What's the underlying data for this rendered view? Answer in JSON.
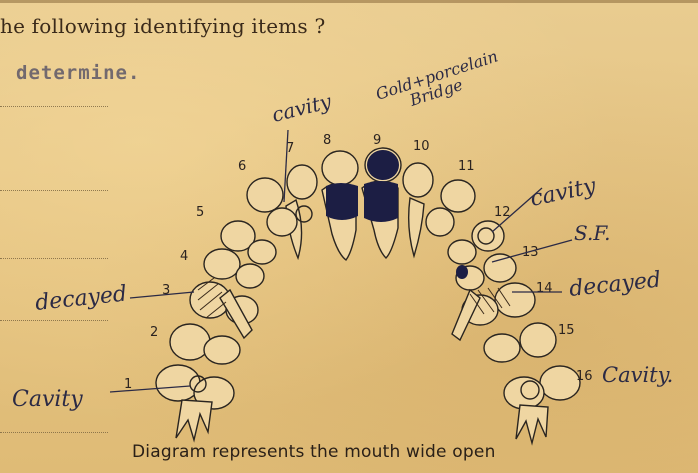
{
  "heading": "he following identifying  items ?",
  "stamp": "determine.",
  "caption": "Diagram represents the mouth wide open",
  "annotations": {
    "cavity_upper": "cavity",
    "gold_porcelain_line1": "Gold+porcelain",
    "gold_porcelain_line2": "Bridge",
    "cavity_right": "cavity",
    "sf": "S.F.",
    "decayed_right": "decayed",
    "decayed_left": "decayed",
    "cavity_left": "Cavity",
    "cavity_16": "Cavity."
  },
  "tooth_numbers": [
    "1",
    "2",
    "3",
    "4",
    "5",
    "6",
    "7",
    "8",
    "9",
    "10",
    "11",
    "12",
    "13",
    "14",
    "15",
    "16"
  ],
  "colors": {
    "filled_tooth": "#1c1e44",
    "ink": "#2b2a45"
  }
}
